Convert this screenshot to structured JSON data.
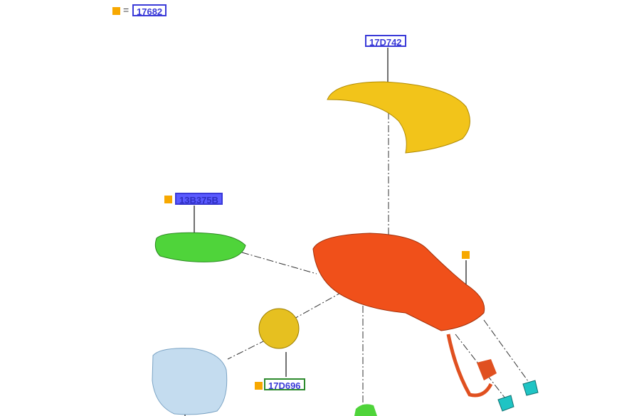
{
  "legend": {
    "equals": "=",
    "part": "17682"
  },
  "callouts": {
    "cover": "17D742",
    "lamp": "13B375B",
    "motor": "17D696"
  },
  "colors": {
    "marker": "#f7a800",
    "link": "#3a3ad8",
    "selected": "#5a5aff",
    "motor_border": "#2d8a2d"
  }
}
